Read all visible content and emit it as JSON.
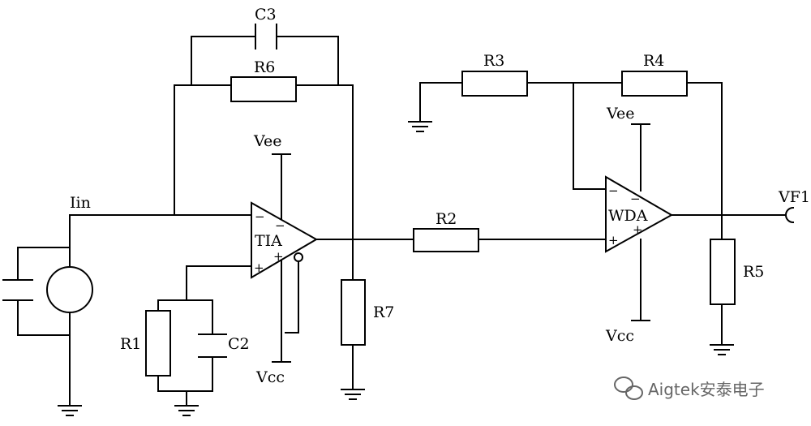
{
  "labels": {
    "c3": "C3",
    "r6": "R6",
    "r3": "R3",
    "r4": "R4",
    "vee_tia": "Vee",
    "vee_wda": "Vee",
    "vf1": "VF1",
    "iin": "Iin",
    "tia": "TIA",
    "wda": "WDA",
    "r2": "R2",
    "r5": "R5",
    "r7": "R7",
    "r1": "R1",
    "c2": "C2",
    "vcc_tia": "Vcc",
    "vcc_wda": "Vcc",
    "minus": "−",
    "plus": "+"
  },
  "watermark": {
    "text": "Aigtek安泰电子",
    "icon": "wechat-icon"
  }
}
